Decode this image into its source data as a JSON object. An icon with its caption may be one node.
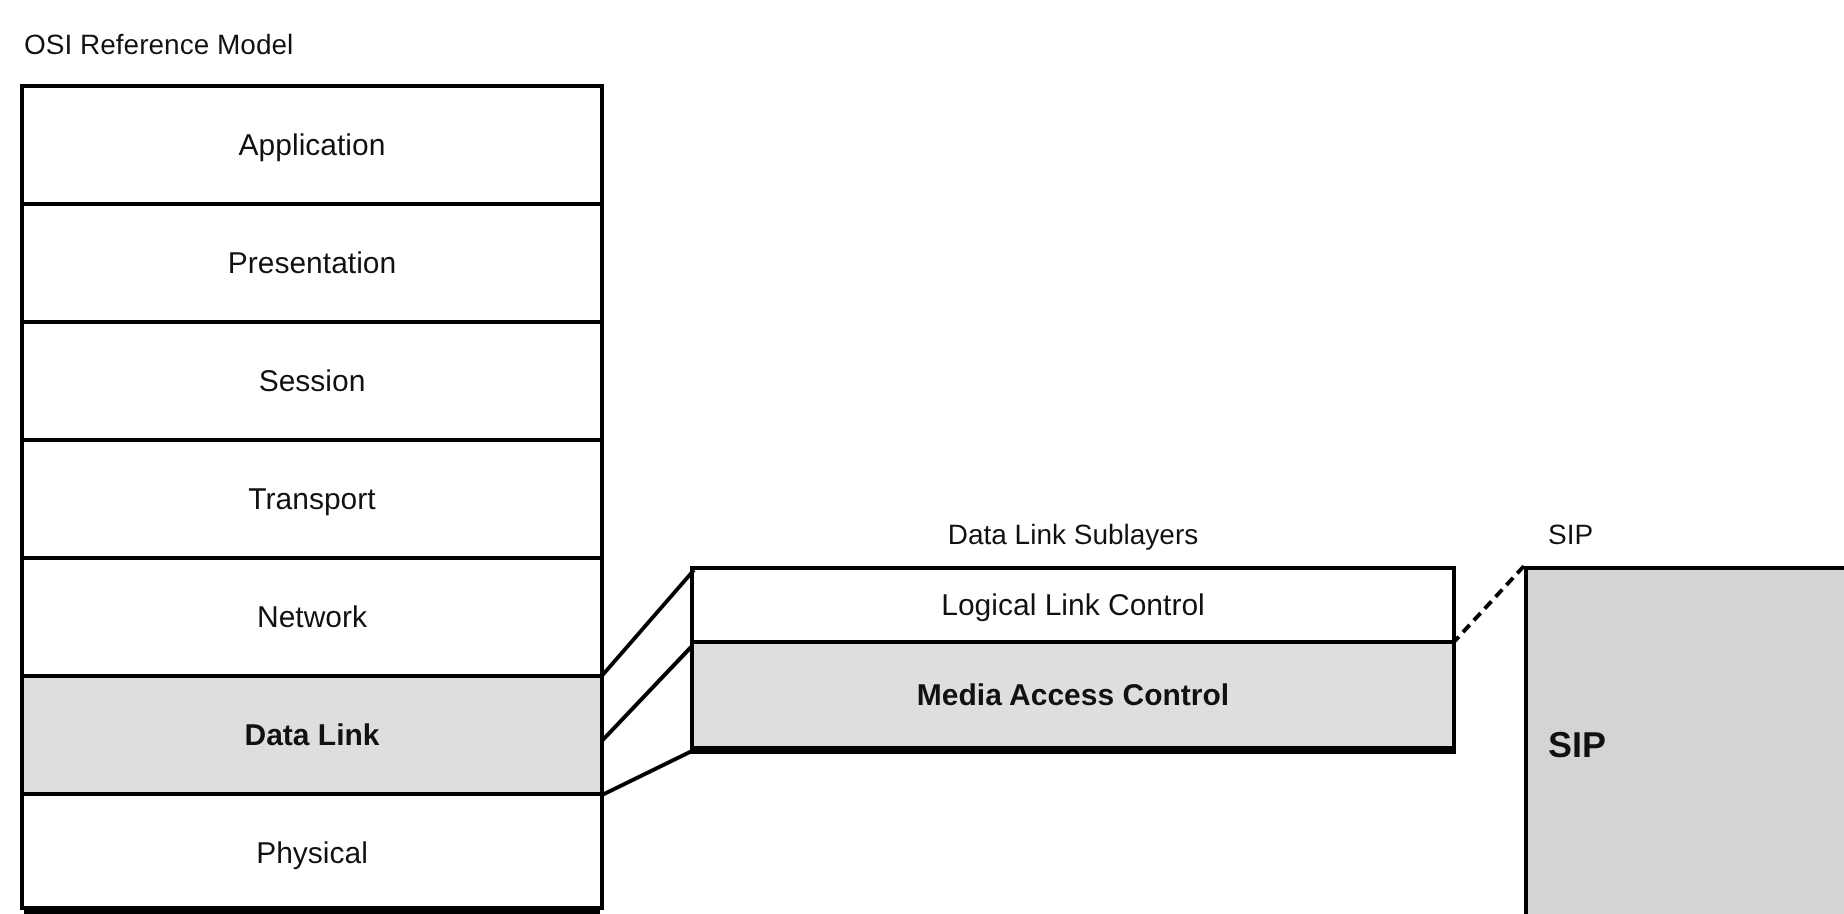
{
  "diagram": {
    "nodes": [
      {
        "text": [
          "OSI Reference Model"
        ]
      },
      {
        "text": [
          "Application"
        ],
        "in": 0
      },
      {
        "text": [
          "Presentation"
        ],
        "in": 0
      },
      {
        "text": [
          "Session"
        ],
        "in": 0
      },
      {
        "text": [
          "Transport"
        ],
        "in": 0
      },
      {
        "text": [
          "Network"
        ],
        "in": 0
      },
      {
        "text": [
          "Data Link"
        ],
        "in": 0
      },
      {
        "text": [
          "Physical"
        ],
        "in": 0
      },
      {
        "text": [
          "Data Link Sublayers"
        ]
      },
      {
        "text": [
          "Logical Link Control"
        ],
        "in": 8
      },
      {
        "text": [
          "Media Access Control"
        ],
        "in": 8
      },
      {
        "text": [
          "SIP",
          "SIP"
        ]
      }
    ],
    "edges": [
      {
        "from": 6,
        "to": 9,
        "arrow": "none"
      },
      {
        "from": 6,
        "to": 10,
        "arrow": "none"
      },
      {
        "from": 6,
        "to": 10,
        "arrow": "none"
      },
      {
        "from": 11,
        "to": 10,
        "arrow": "none",
        "style": "dashed"
      }
    ]
  }
}
